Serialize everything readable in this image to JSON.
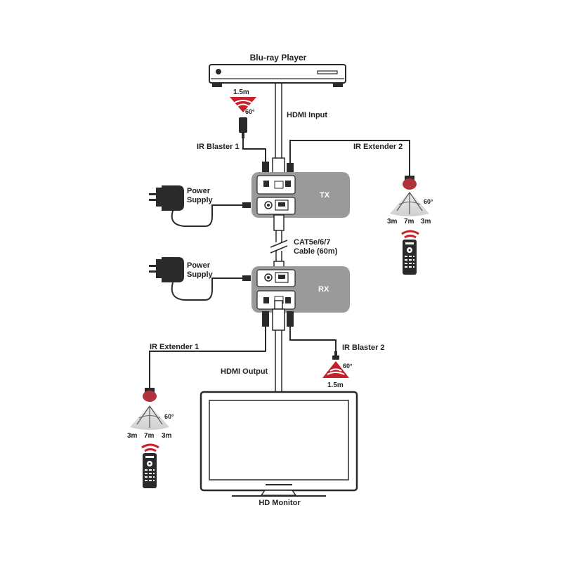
{
  "devices": {
    "source": "Blu-ray Player",
    "display": "HD Monitor",
    "tx": "TX",
    "rx": "RX"
  },
  "connections": {
    "hdmi_input": "HDMI Input",
    "hdmi_output": "HDMI Output",
    "cable_line1": "CAT5e/6/7",
    "cable_line2": "Cable (60m)"
  },
  "power": {
    "tx_line1": "Power",
    "tx_line2": "Supply",
    "rx_line1": "Power",
    "rx_line2": "Supply"
  },
  "ir": {
    "blaster1": {
      "name": "IR Blaster 1",
      "distance": "1.5m",
      "angle": "60°"
    },
    "blaster2": {
      "name": "IR Blaster 2",
      "distance": "1.5m",
      "angle": "60°"
    },
    "extender1": {
      "name": "IR Extender 1",
      "angle": "60°",
      "left": "3m",
      "center": "7m",
      "right": "3m"
    },
    "extender2": {
      "name": "IR Extender 2",
      "angle": "60°",
      "left": "3m",
      "center": "7m",
      "right": "3m"
    }
  },
  "colors": {
    "device_gray": "#9a9a9a",
    "outline": "#2a2a2a",
    "ir_red": "#c8202b",
    "receiver_red": "#b0323a"
  }
}
